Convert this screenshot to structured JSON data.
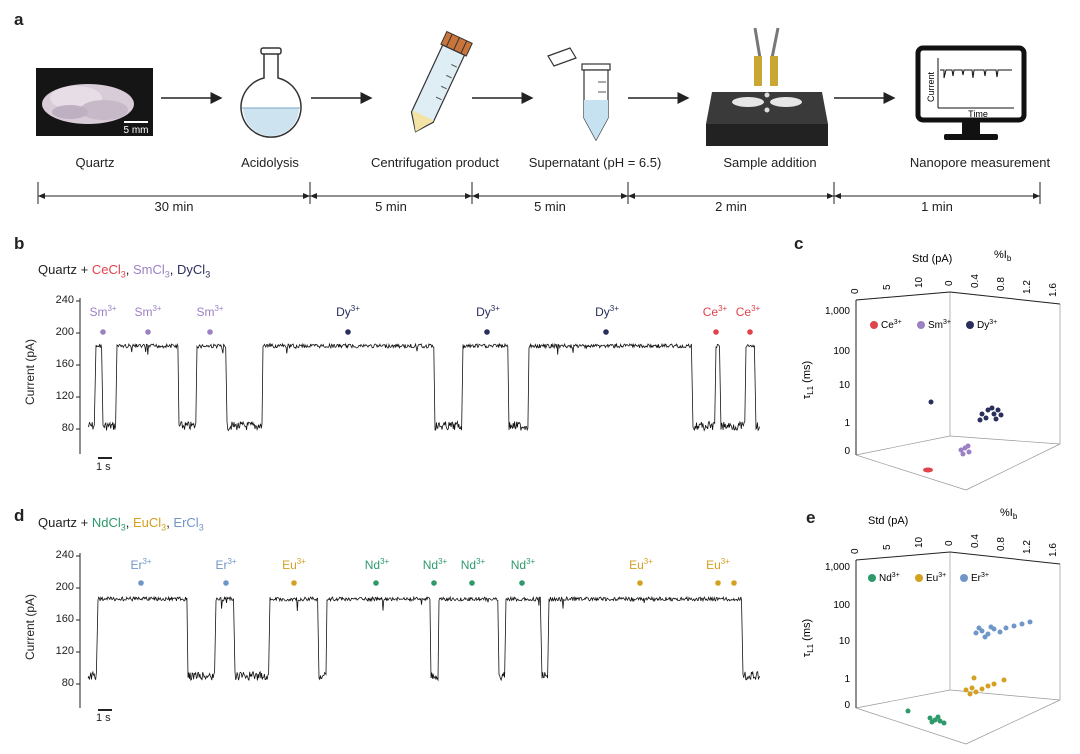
{
  "panel_a": {
    "letter": "a",
    "steps": [
      {
        "label": "Quartz"
      },
      {
        "label": "Acidolysis"
      },
      {
        "label": "Centrifugation product"
      },
      {
        "label": "Supernatant (pH = 6.5)"
      },
      {
        "label": "Sample addition"
      },
      {
        "label": "Nanopore measurement"
      }
    ],
    "scale_bar": "5 mm",
    "monitor_ylabel": "Current",
    "monitor_xlabel": "Time",
    "durations": [
      "30 min",
      "5 min",
      "5 min",
      "2 min",
      "1 min"
    ]
  },
  "panel_b": {
    "letter": "b",
    "title_prefix": "Quartz + ",
    "reagents": [
      {
        "name": "CeCl",
        "sub": "3",
        "color": "#e0434b"
      },
      {
        "name": "SmCl",
        "sub": "3",
        "color": "#9c80c4"
      },
      {
        "name": "DyCl",
        "sub": "3",
        "color": "#2a2e5c"
      }
    ],
    "ylabel": "Current (pA)",
    "yticks": [
      "240",
      "200",
      "160",
      "120",
      "80"
    ],
    "scalebar": "1 s",
    "events": [
      {
        "ion": "Sm",
        "charge": "3+",
        "color": "#9c80c4"
      },
      {
        "ion": "Sm",
        "charge": "3+",
        "color": "#9c80c4"
      },
      {
        "ion": "Sm",
        "charge": "3+",
        "color": "#9c80c4"
      },
      {
        "ion": "Dy",
        "charge": "3+",
        "color": "#2a2e5c"
      },
      {
        "ion": "Dy",
        "charge": "3+",
        "color": "#2a2e5c"
      },
      {
        "ion": "Dy",
        "charge": "3+",
        "color": "#2a2e5c"
      },
      {
        "ion": "Ce",
        "charge": "3+",
        "color": "#e0434b"
      },
      {
        "ion": "Ce",
        "charge": "3+",
        "color": "#e0434b"
      }
    ]
  },
  "panel_c": {
    "letter": "c",
    "std_label": "Std (pA)",
    "std_ticks": [
      "0",
      "5",
      "10"
    ],
    "ib_label": "%I",
    "ib_sub": "b",
    "ib_ticks": [
      "0",
      "0.4",
      "0.8",
      "1.2",
      "1.6"
    ],
    "tau_label": "τ",
    "tau_sub": "L1",
    "tau_unit": " (ms)",
    "tau_ticks": [
      "1,000",
      "100",
      "10",
      "1",
      "0"
    ],
    "legend": [
      {
        "ion": "Ce",
        "charge": "3+",
        "color": "#e0434b"
      },
      {
        "ion": "Sm",
        "charge": "3+",
        "color": "#9c80c4"
      },
      {
        "ion": "Dy",
        "charge": "3+",
        "color": "#2a2e5c"
      }
    ]
  },
  "panel_d": {
    "letter": "d",
    "title_prefix": "Quartz + ",
    "reagents": [
      {
        "name": "NdCl",
        "sub": "3",
        "color": "#2e9a6c"
      },
      {
        "name": "EuCl",
        "sub": "3",
        "color": "#d4a020"
      },
      {
        "name": "ErCl",
        "sub": "3",
        "color": "#6f96c8"
      }
    ],
    "ylabel": "Current (pA)",
    "yticks": [
      "240",
      "200",
      "160",
      "120",
      "80"
    ],
    "scalebar": "1 s",
    "events": [
      {
        "ion": "Er",
        "charge": "3+",
        "color": "#6f96c8"
      },
      {
        "ion": "Er",
        "charge": "3+",
        "color": "#6f96c8"
      },
      {
        "ion": "Eu",
        "charge": "3+",
        "color": "#d4a020"
      },
      {
        "ion": "Nd",
        "charge": "3+",
        "color": "#2e9a6c"
      },
      {
        "ion": "Nd",
        "charge": "3+",
        "color": "#2e9a6c"
      },
      {
        "ion": "Nd",
        "charge": "3+",
        "color": "#2e9a6c"
      },
      {
        "ion": "Nd",
        "charge": "3+",
        "color": "#2e9a6c"
      },
      {
        "ion": "Eu",
        "charge": "3+",
        "color": "#d4a020"
      },
      {
        "ion": "Eu",
        "charge": "3+",
        "color": "#d4a020"
      }
    ]
  },
  "panel_e": {
    "letter": "e",
    "std_label": "Std (pA)",
    "std_ticks": [
      "0",
      "5",
      "10"
    ],
    "ib_label": "%I",
    "ib_sub": "b",
    "ib_ticks": [
      "0",
      "0.4",
      "0.8",
      "1.2",
      "1.6"
    ],
    "tau_label": "τ",
    "tau_sub": "L1",
    "tau_unit": " (ms)",
    "tau_ticks": [
      "1,000",
      "100",
      "10",
      "1",
      "0"
    ],
    "legend": [
      {
        "ion": "Nd",
        "charge": "3+",
        "color": "#2e9a6c"
      },
      {
        "ion": "Eu",
        "charge": "3+",
        "color": "#d4a020"
      },
      {
        "ion": "Er",
        "charge": "3+",
        "color": "#6f96c8"
      }
    ]
  }
}
